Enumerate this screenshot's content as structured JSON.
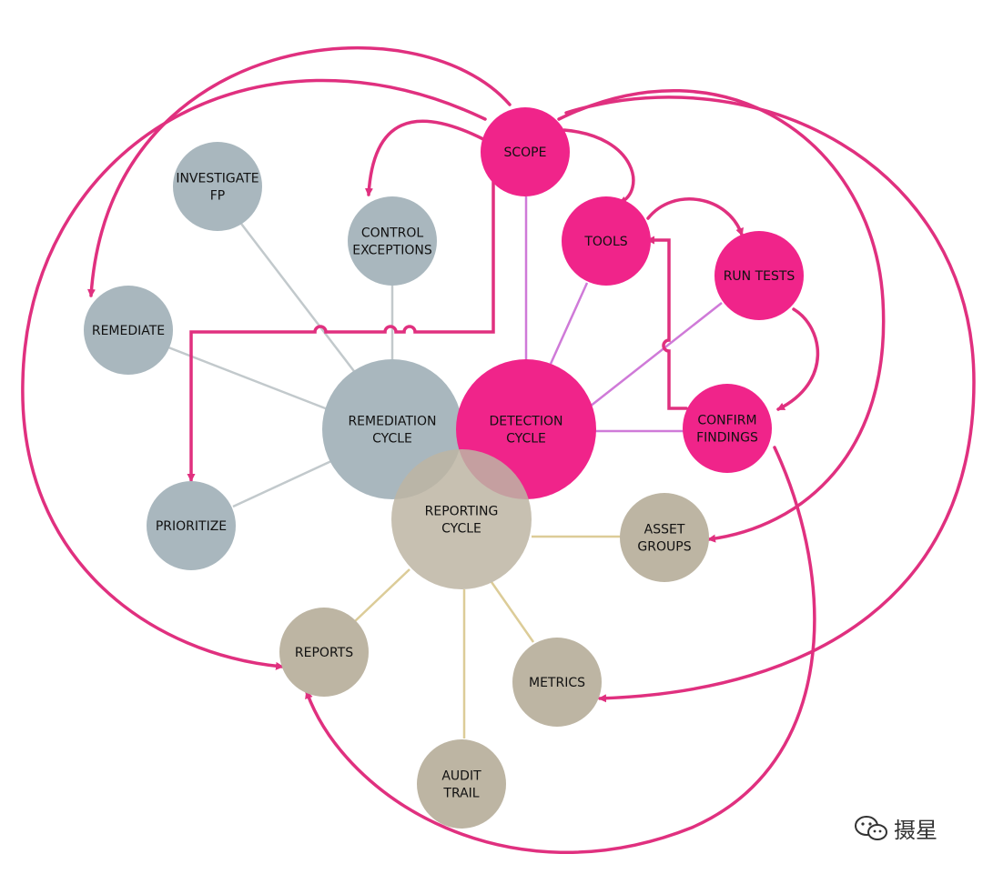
{
  "colors": {
    "remediation": "#a9b7be",
    "detection": "#f0248a",
    "reporting": "#bdb5a3",
    "arrow": "#e0307f",
    "remediation_edge": "#c2c9cc",
    "detection_edge": "#cf7ad8",
    "reporting_edge": "#dccc98"
  },
  "nodes": {
    "scope": [
      "SCOPE"
    ],
    "tools": [
      "TOOLS"
    ],
    "run_tests": [
      "RUN TESTS"
    ],
    "confirm_findings": [
      "CONFIRM",
      "FINDINGS"
    ],
    "detection_cycle": [
      "DETECTION",
      "CYCLE"
    ],
    "remediation_cycle": [
      "REMEDIATION",
      "CYCLE"
    ],
    "investigate_fp": [
      "INVESTIGATE",
      "FP"
    ],
    "control_exceptions": [
      "CONTROL",
      "EXCEPTIONS"
    ],
    "remediate": [
      "REMEDIATE"
    ],
    "prioritize": [
      "PRIORITIZE"
    ],
    "reporting_cycle": [
      "REPORTING",
      "CYCLE"
    ],
    "asset_groups": [
      "ASSET",
      "GROUPS"
    ],
    "reports": [
      "REPORTS"
    ],
    "metrics": [
      "METRICS"
    ],
    "audit_trail": [
      "AUDIT",
      "TRAIL"
    ]
  },
  "watermark": {
    "text": "摄星",
    "icon": "wechat-icon"
  }
}
